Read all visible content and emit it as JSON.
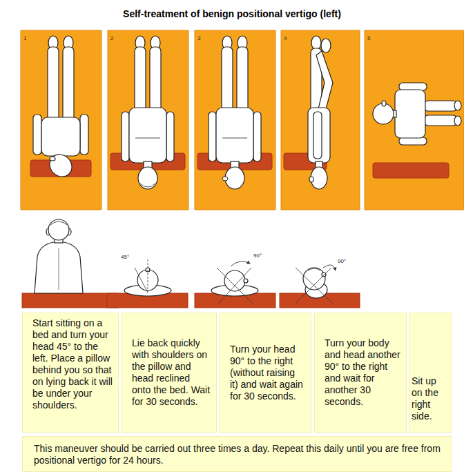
{
  "diagram": {
    "title": "Self-treatment of benign positional vertigo (left)",
    "nodes": [
      {
        "text": [
          "1"
        ]
      },
      {
        "text": [
          "2"
        ]
      },
      {
        "text": [
          "3"
        ]
      },
      {
        "text": [
          "4"
        ]
      },
      {
        "text": [
          "5"
        ]
      },
      {
        "text": [
          "Start sitting on a bed and turn your head 45° to the left. Place a pillow behind you so that on lying back it will be under your shoulders."
        ]
      },
      {
        "text": [
          "Lie back quickly with shoulders on the pillow and head reclined onto the bed. Wait for 30 seconds."
        ]
      },
      {
        "text": [
          "Turn your head 90° to the right (without raising it) and wait again for 30 seconds."
        ]
      },
      {
        "text": [
          "Turn your body and head another 90° to the right and wait for another 30 seconds."
        ]
      },
      {
        "text": [
          "Sit up on the right side."
        ]
      },
      {
        "text": [
          "This maneuver should be carried out three times a day. Repeat this daily until you are free from positional vertigo for 24 hours."
        ]
      }
    ],
    "labels": [
      "45°",
      "90°",
      "90°"
    ]
  }
}
